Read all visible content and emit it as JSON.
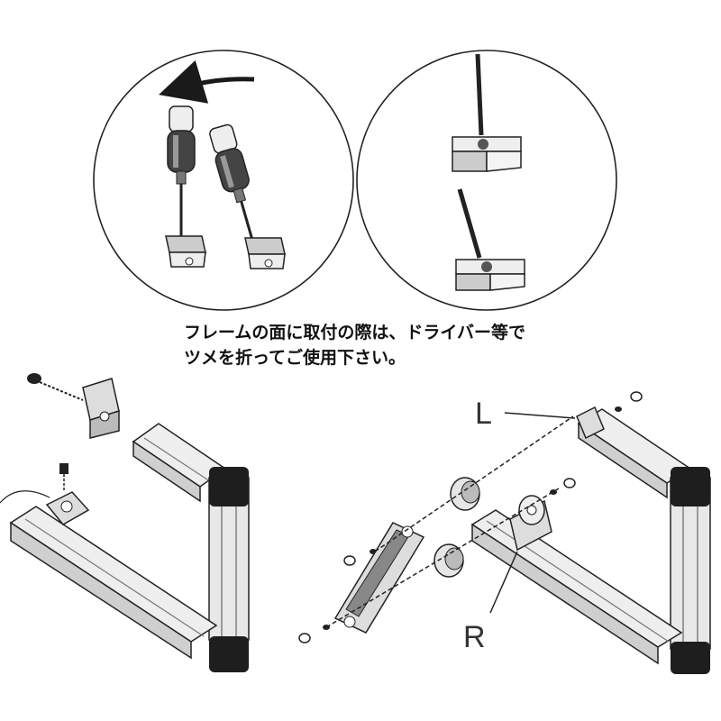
{
  "instruction": {
    "line1": "フレームの面に取付の際は、ドライバー等で",
    "line2": "ツメを折ってご使用下さい。"
  },
  "labels": {
    "left": "L",
    "right": "R"
  },
  "colors": {
    "line": "#1a1a1a",
    "shade": "#5a5a5a",
    "fill": "#d8d8d8",
    "dark": "#1e1e1e"
  },
  "icons": [
    "screwdriver-icon",
    "bracket-icon",
    "hex-bolt-icon",
    "aluminum-frame-icon",
    "rotation-arrow-icon"
  ]
}
